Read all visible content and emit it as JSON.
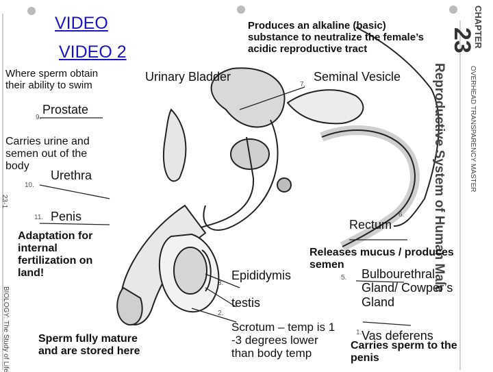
{
  "links": {
    "video1": "VIDEO",
    "video2": "VIDEO 2"
  },
  "labels": {
    "sperm_swim": "Where sperm obtain\ntheir ability to swim",
    "urinary_bladder": "Urinary Bladder",
    "alkaline_note": "Produces an alkaline (basic)\nsubstance to neutralize the female’s\nacidic reproductive tract",
    "seminal_vesicle": "Seminal Vesicle",
    "prostate": "Prostate",
    "urethra_desc": "Carries urine and\nsemen out of the\nbody",
    "urethra": "Urethra",
    "penis": "Penis",
    "adaptation": "Adaptation for\ninternal\nfertilization on\nland!",
    "rectum": "Rectum",
    "mucus_note": "Releases mucus / produces\nsemen",
    "epididymis": "Epididymis",
    "bulbourethral": "Bulbourethral\nGland/ Cowper’s\nGland",
    "testis": "testis",
    "sperm_mature": "Sperm fully mature\nand are stored here",
    "scrotum": "Scrotum – temp is 1\n-3 degrees lower\nthan body temp",
    "vas_deferens": "Vas deferens",
    "vas_desc": "Carries sperm to the\npenis"
  },
  "numbers": [
    "7.",
    "9.",
    "10.",
    "11.",
    "6.",
    "5.",
    "3.",
    "2.",
    "1."
  ],
  "background": {
    "chapter": "CHAPTER",
    "chapter_num": "23",
    "book_title": "Reproductive System of Human Male",
    "transparency": "OVERHEAD TRANSPARENCY MASTER",
    "page_id": "23-1",
    "footer": "BIOLOGY: The Study of Life"
  }
}
